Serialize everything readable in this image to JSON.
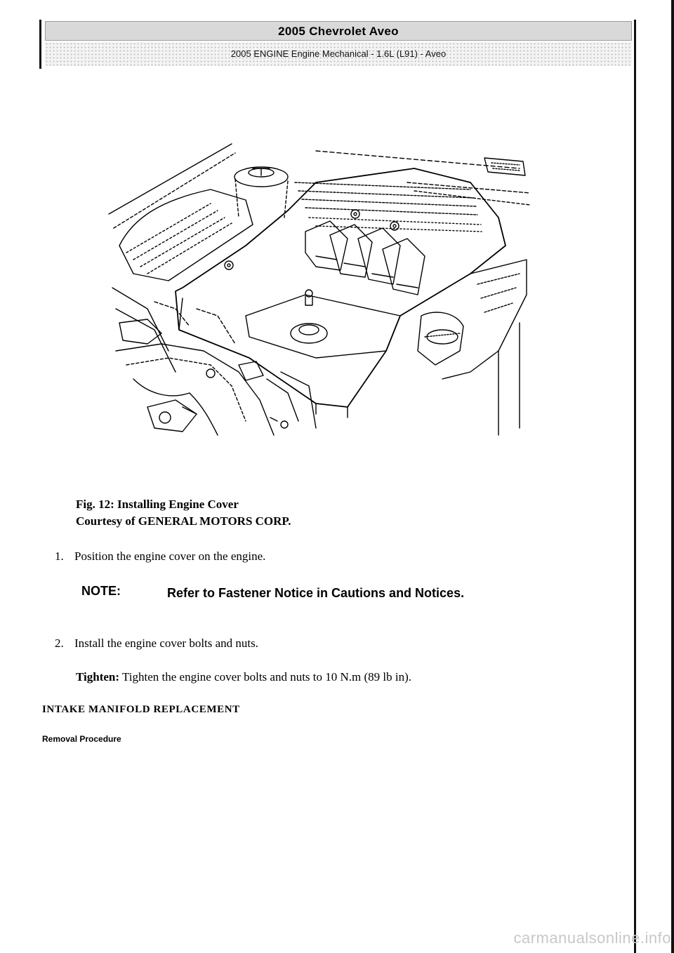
{
  "header": {
    "title": "2005 Chevrolet Aveo",
    "subtitle": "2005 ENGINE Engine Mechanical - 1.6L (L91) - Aveo"
  },
  "figure": {
    "caption_title": "Fig. 12: Installing Engine Cover",
    "caption_credit": "Courtesy of GENERAL MOTORS CORP."
  },
  "steps": [
    {
      "number": "1.",
      "text": "Position the engine cover on the engine."
    },
    {
      "number": "2.",
      "text": "Install the engine cover bolts and nuts."
    }
  ],
  "note": {
    "label": "NOTE:",
    "text": "Refer to Fastener Notice in Cautions and Notices."
  },
  "tighten": {
    "label": "Tighten:",
    "text": " Tighten the engine cover bolts and nuts to 10 N.m (89 lb in)."
  },
  "section": {
    "title": "INTAKE MANIFOLD REPLACEMENT",
    "subsection": "Removal Procedure"
  },
  "watermark": "carmanualsonline.info"
}
